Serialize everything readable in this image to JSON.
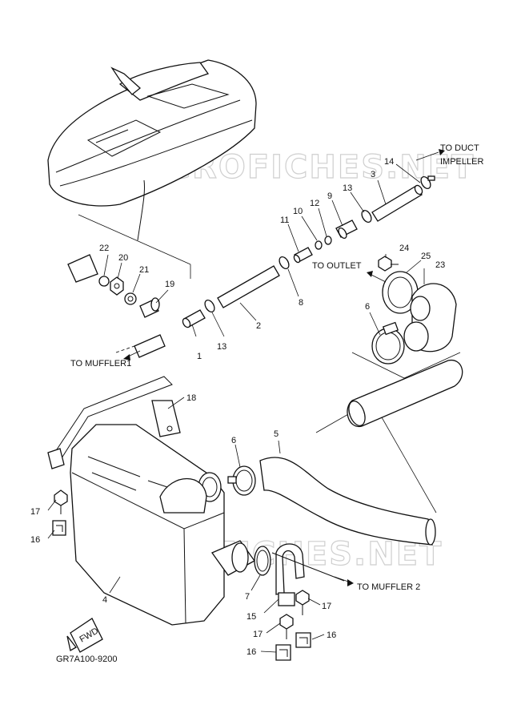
{
  "watermark": "MICROFICHES.NET",
  "code": "GR7A100-9200",
  "fwd": "FWD",
  "directions": {
    "to_duct_impeller_1": "TO DUCT",
    "to_duct_impeller_2": "IMPELLER",
    "to_outlet": "TO OUTLET",
    "to_muffler1": "TO MUFFLER1",
    "to_muffler2": "TO MUFFLER 2"
  },
  "callouts": {
    "c1": "1",
    "c2": "2",
    "c3": "3",
    "c4": "4",
    "c5": "5",
    "c6a": "6",
    "c6b": "6",
    "c7": "7",
    "c8": "8",
    "c9": "9",
    "c10": "10",
    "c11": "11",
    "c12": "12",
    "c13a": "13",
    "c13b": "13",
    "c14": "14",
    "c15": "15",
    "c16a": "16",
    "c16b": "16",
    "c16c": "16",
    "c17a": "17",
    "c17b": "17",
    "c17c": "17",
    "c18": "18",
    "c19": "19",
    "c20": "20",
    "c21": "21",
    "c22": "22",
    "c23": "23",
    "c24": "24",
    "c25": "25"
  }
}
